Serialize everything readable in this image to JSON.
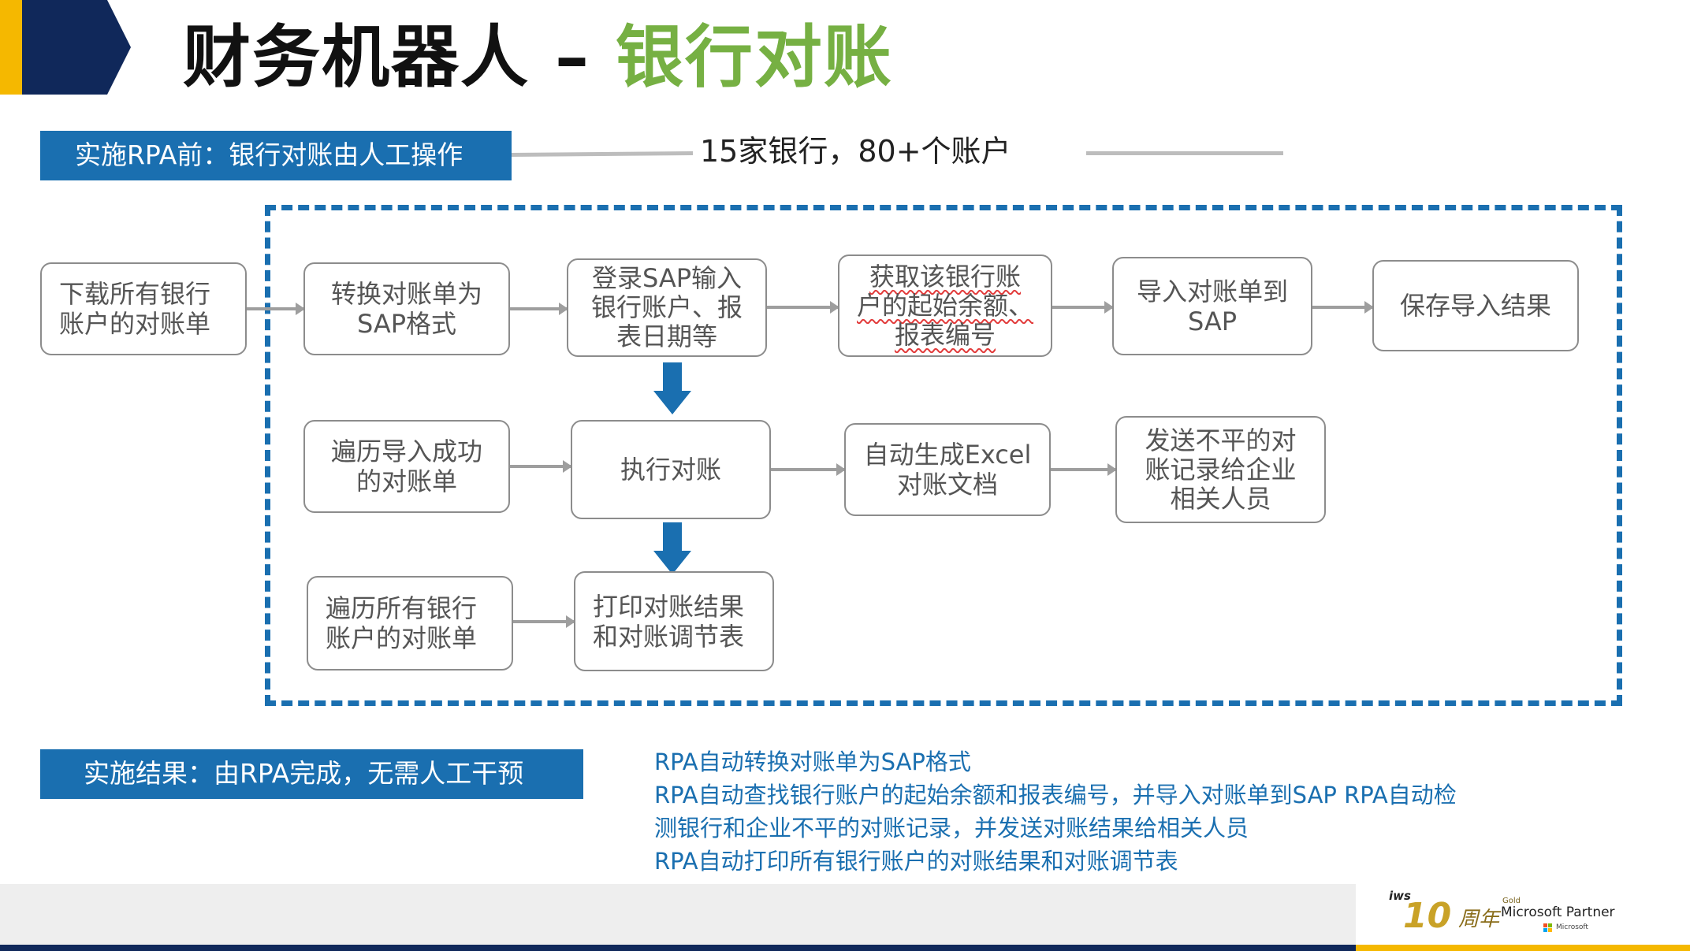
{
  "title": {
    "part1": "财务机器人 – ",
    "part2": "银行对账"
  },
  "before_label": "实施RPA前：银行对账由人工操作",
  "summary": "15家银行，80+个账户",
  "steps": {
    "download": "下载所有银行\n账户的对账单",
    "convert": "转换对账单为\nSAP格式",
    "login": "登录SAP输入\n银行账户、报\n表日期等",
    "fetch": "获取该银行账\n户的起始余额、\n报表编号",
    "import": "导入对账单到\nSAP",
    "save": "保存导入结果",
    "iterate_success": "遍历导入成功\n   的对账单",
    "reconcile": "执行对账",
    "excel": "自动生成Excel\n    对账文档",
    "send": "发送不平的对\n账记录给企业\n相关人员",
    "iterate_all": "遍历所有银行\n账户的对账单",
    "print": "打印对账结果\n和对账调节表"
  },
  "result_label": "实施结果：由RPA完成，无需人工干预",
  "result_lines": [
    "RPA自动转换对账单为SAP格式",
    "RPA自动查找银行账户的起始余额和报表编号，并导入对账单到SAP   RPA自动检",
    "测银行和企业不平的对账记录，并发送对账结果给相关人员",
    "RPA自动打印所有银行账户的对账结果和对账调节表"
  ],
  "logo": {
    "brand": "iws",
    "ten": "10",
    "script": "周年",
    "gold": "Gold",
    "partner": "Microsoft Partner",
    "microsoft": "Microsoft"
  },
  "colors": {
    "accent_blue": "#1a6fb0",
    "title_green": "#76b043",
    "navy": "#10285a",
    "yellow": "#f5b800"
  }
}
